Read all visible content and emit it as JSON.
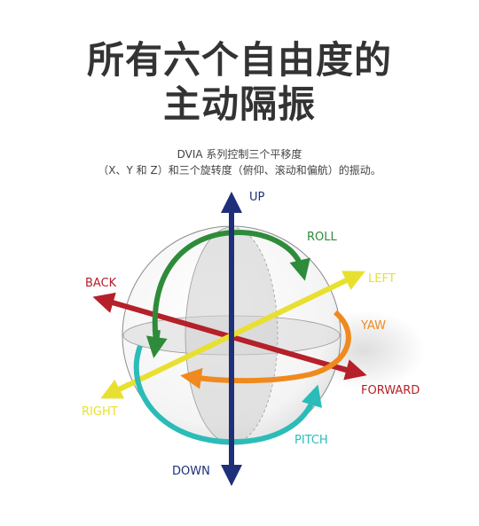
{
  "header": {
    "title_line1": "所有六个自由度的",
    "title_line2": "主动隔振"
  },
  "description": {
    "line1": "DVIA 系列控制三个平移度",
    "line2": "（X、Y 和 Z）和三个旋转度（俯仰、滚动和偏航）的振动。"
  },
  "diagram": {
    "labels": {
      "up": "UP",
      "down": "DOWN",
      "roll": "ROLL",
      "left": "LEFT",
      "back": "BACK",
      "yaw": "YAW",
      "forward": "FORWARD",
      "right": "RIGHT",
      "pitch": "PITCH"
    },
    "colors": {
      "up_down": "#1f2f7a",
      "roll": "#2e8b3a",
      "left_right": "#e8e030",
      "back_forward": "#b5202a",
      "yaw": "#f0891e",
      "pitch": "#2bbcb8"
    }
  }
}
